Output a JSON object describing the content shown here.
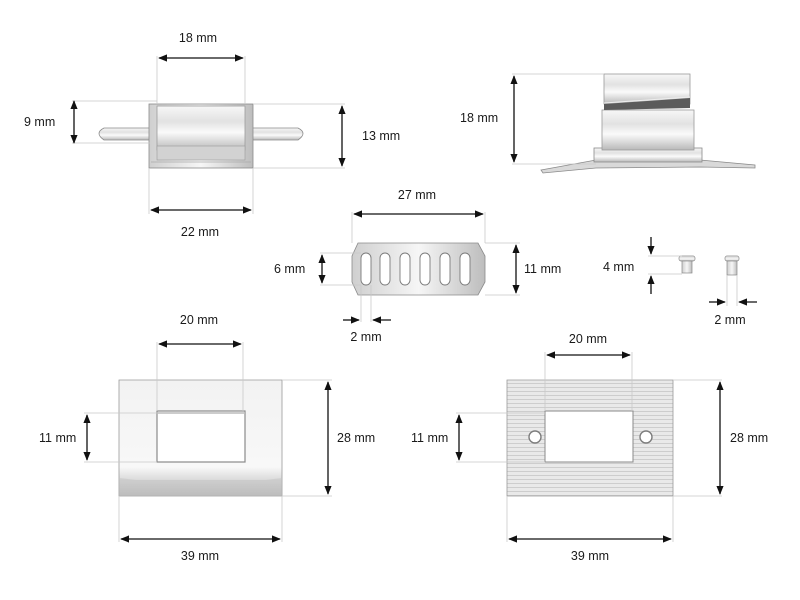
{
  "parts": {
    "lock_front": {
      "label_top": "18 mm",
      "label_left": "9 mm",
      "label_right": "13 mm",
      "label_bottom": "22 mm"
    },
    "lock_side": {
      "label_left": "18 mm"
    },
    "locking_plate": {
      "label_top": "27 mm",
      "label_left": "6 mm",
      "label_right": "11 mm",
      "label_bottom": "2 mm"
    },
    "rivets": {
      "label_left": "4 mm",
      "label_bottom": "2 mm"
    },
    "front_frame": {
      "label_top": "20 mm",
      "label_left": "11 mm",
      "label_right": "28 mm",
      "label_bottom": "39 mm"
    },
    "back_plate": {
      "label_top": "20 mm",
      "label_left": "11 mm",
      "label_right": "28 mm",
      "label_bottom": "39 mm"
    }
  },
  "colors": {
    "metal_light": "#f4f4f4",
    "metal_mid": "#d7d7d7",
    "metal_dark": "#9a9a9a",
    "metal_edge": "#6f6f6f",
    "dimension_line": "#111111"
  }
}
